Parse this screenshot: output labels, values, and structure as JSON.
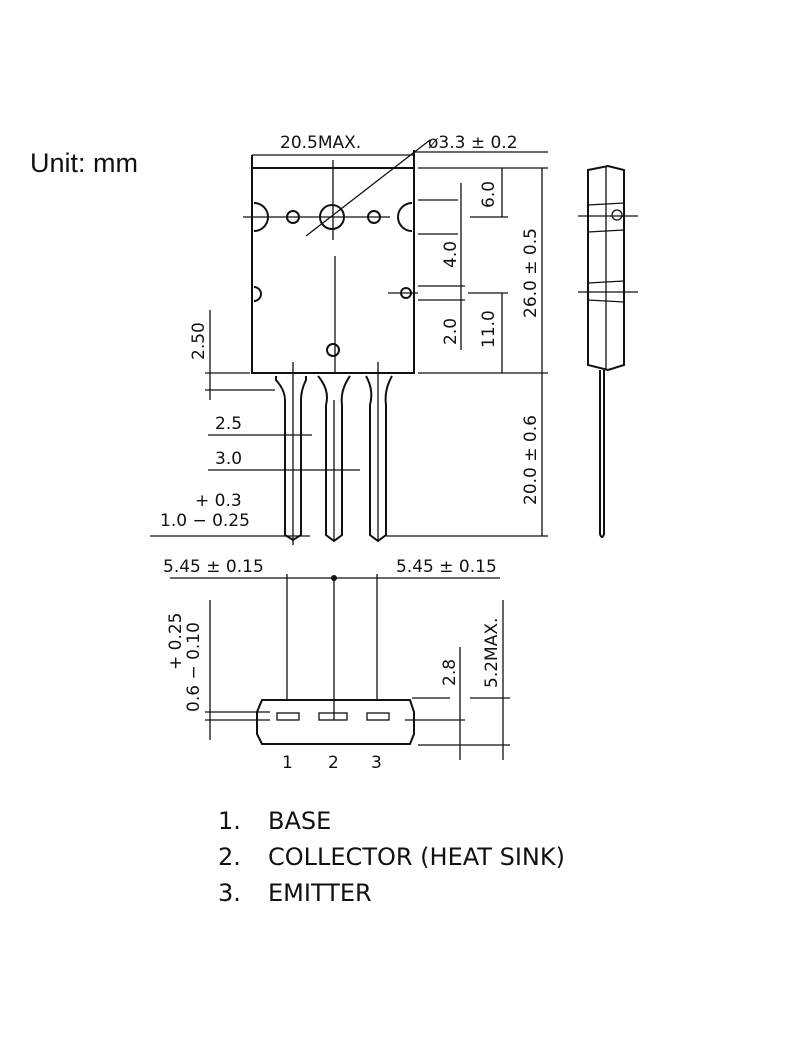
{
  "unit_label": "Unit: mm",
  "dimensions": {
    "width_max": "20.5MAX.",
    "hole_dia": "ø3.3 ± 0.2",
    "d6": "6.0",
    "d4": "4.0",
    "d2": "2.0",
    "d11": "11.0",
    "height": "26.0 ± 0.5",
    "lead_length": "20.0 ± 0.6",
    "d250": "2.50",
    "d25": "2.5",
    "d30": "3.0",
    "lead_w_tol": "+ 0.3",
    "lead_w": "1.0 − 0.25",
    "pitch_left": "5.45 ± 0.15",
    "pitch_right": "5.45 ± 0.15",
    "lead_t_tol": "+ 0.25",
    "lead_t": "0.6 − 0.10",
    "d28": "2.8",
    "thick_max": "5.2MAX."
  },
  "pin_numbers": [
    "1",
    "2",
    "3"
  ],
  "pins": [
    {
      "num": "1.",
      "name": "BASE"
    },
    {
      "num": "2.",
      "name": "COLLECTOR (HEAT SINK)"
    },
    {
      "num": "3.",
      "name": "EMITTER"
    }
  ]
}
